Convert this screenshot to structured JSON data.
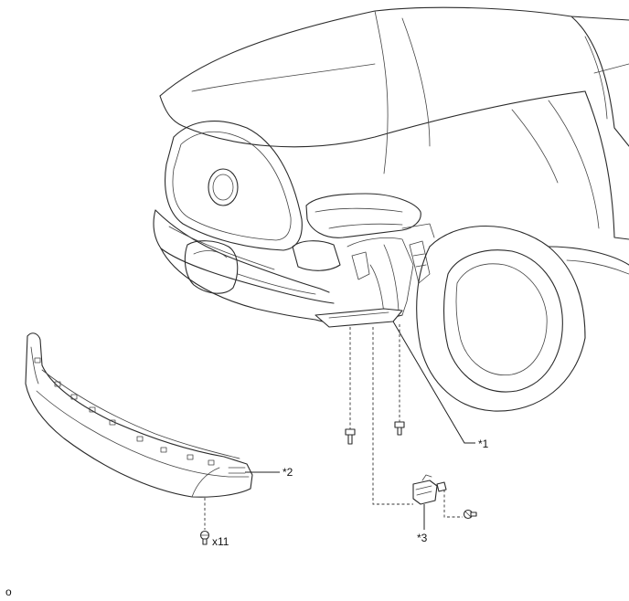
{
  "callouts": {
    "part1": "*1",
    "part2": "*2",
    "part3": "*3"
  },
  "quantity": "x11",
  "figure_code": "o",
  "icons": {
    "vehicle": "truck-front-outline-icon",
    "bolt": "bolt-icon",
    "screw": "screw-icon",
    "grommet": "clip-icon"
  }
}
